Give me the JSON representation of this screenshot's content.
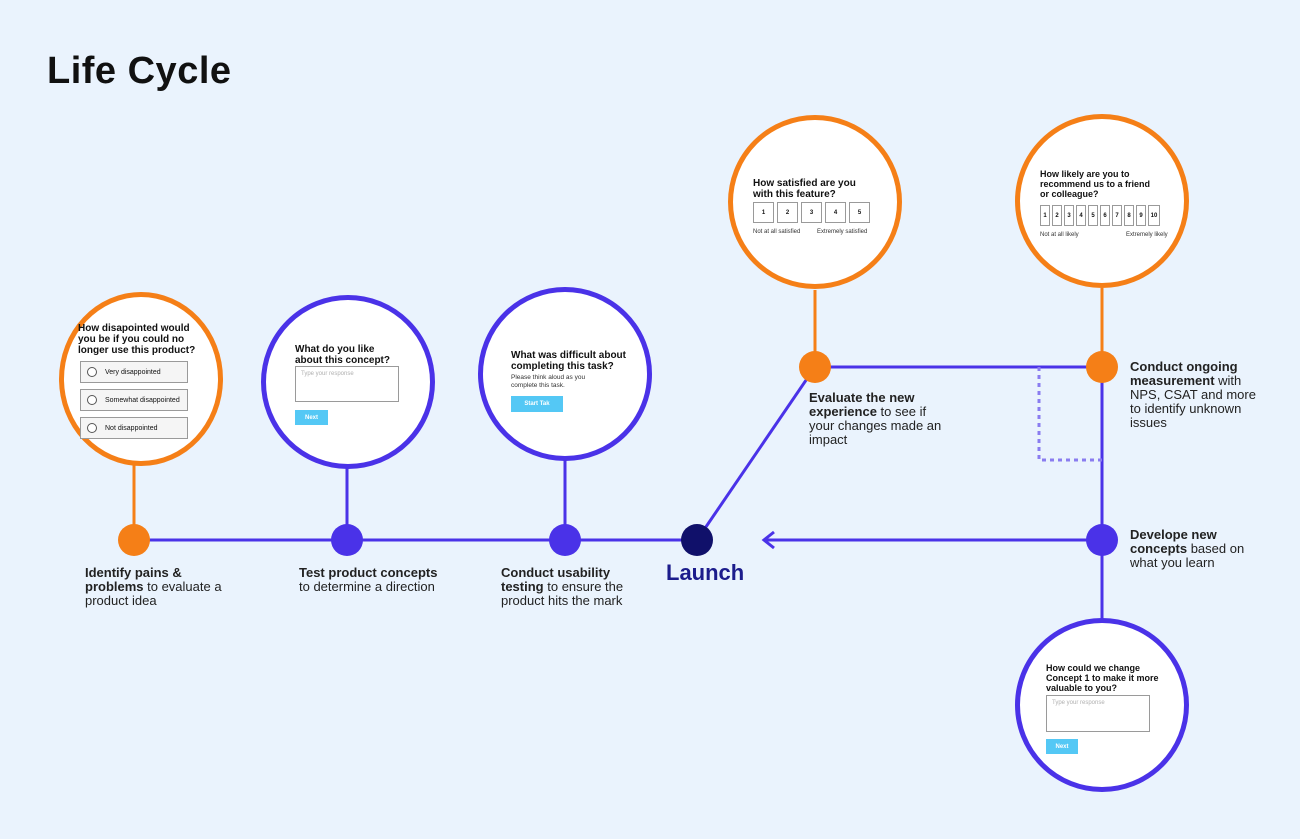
{
  "title": "Life Cycle",
  "launch": "Launch",
  "colors": {
    "orange": "#f57f17",
    "purple": "#4a32e8",
    "navy": "#10106a",
    "background": "#eaf3fd",
    "button": "#54c8f5"
  },
  "steps": [
    {
      "bold": "Identify pains & problems",
      "rest": " to evaluate a product idea",
      "card": {
        "question": "How disapointed would you be if you could no longer use this product?",
        "options": [
          "Very disappointed",
          "Somewhat disappointed",
          "Not disappointed"
        ]
      }
    },
    {
      "bold": "Test product concepts",
      "rest": " to determine a direction",
      "card": {
        "question": "What do you like about this concept?",
        "placeholder": "Type your response",
        "button": "Next"
      }
    },
    {
      "bold": "Conduct usability testing",
      "rest": " to ensure the product hits the mark",
      "card": {
        "question": "What was difficult about completing this task?",
        "body": "Please think aloud as you complete this task.",
        "button": "Start Tak"
      }
    },
    {
      "bold": "Evaluate the new experience",
      "rest": " to see if your changes made an impact",
      "card": {
        "question": "How satisfied are you with this feature?",
        "scale": [
          "1",
          "2",
          "3",
          "4",
          "5"
        ],
        "low": "Not at all satisfied",
        "high": "Extremely satisfied"
      }
    },
    {
      "bold": "Conduct ongoing measurement",
      "rest": " with NPS, CSAT and more to identify unknown issues",
      "card": {
        "question": "How likely are you to recommend us to a friend or colleague?",
        "scale": [
          "1",
          "2",
          "3",
          "4",
          "5",
          "6",
          "7",
          "8",
          "9",
          "10"
        ],
        "low": "Not at all likely",
        "high": "Extremely likely"
      }
    },
    {
      "bold": "Develope new concepts",
      "rest": " based on what you learn",
      "card": {
        "question": "How could we change Concept 1 to make it more valuable to you?",
        "placeholder": "Type your response",
        "button": "Next"
      }
    }
  ]
}
